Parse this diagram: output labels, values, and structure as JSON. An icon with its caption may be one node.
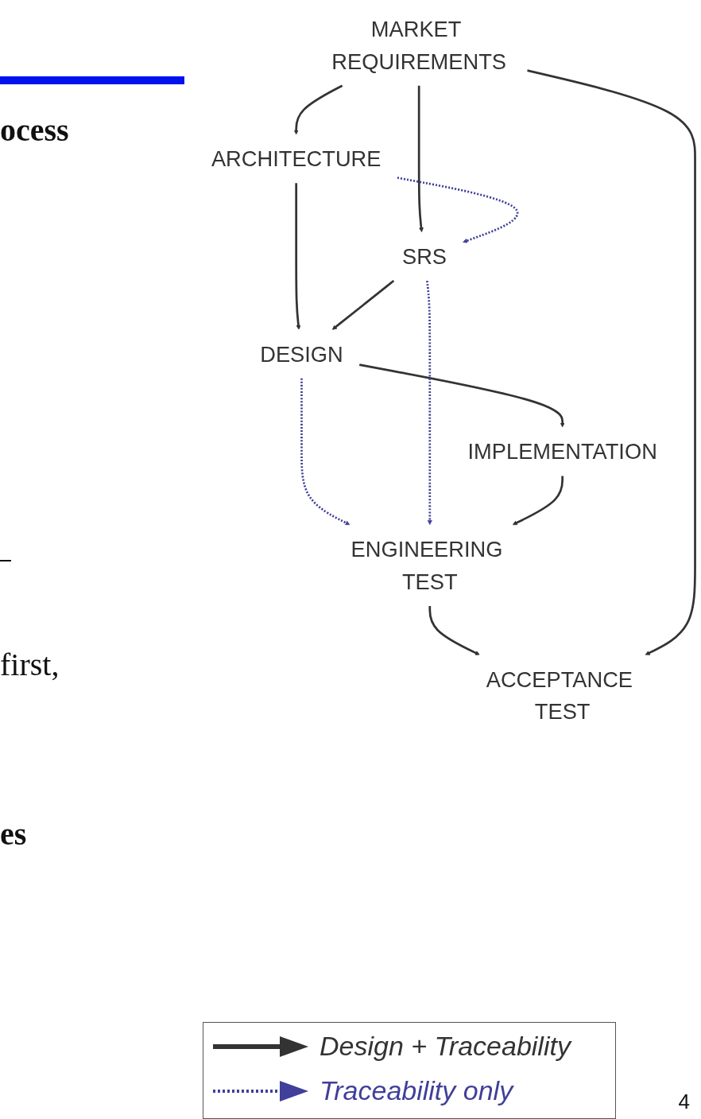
{
  "diagram": {
    "nodes": [
      {
        "text": [
          "MARKET REQUIREMENTS"
        ]
      },
      {
        "text": [
          "ARCHITECTURE"
        ]
      },
      {
        "text": [
          "SRS"
        ]
      },
      {
        "text": [
          "DESIGN"
        ]
      },
      {
        "text": [
          "IMPLEMENTATION"
        ]
      },
      {
        "text": [
          "ENGINEERING TEST"
        ]
      },
      {
        "text": [
          "ACCEPTANCE TEST"
        ]
      }
    ],
    "edges": [
      {
        "from": 0,
        "to": 1,
        "arrow": "to"
      },
      {
        "from": 0,
        "to": 2,
        "arrow": "to"
      },
      {
        "from": 1,
        "to": 2,
        "arrow": "to",
        "style": "dashed",
        "color": "#403f99"
      },
      {
        "from": 1,
        "to": 3,
        "arrow": "to"
      },
      {
        "from": 2,
        "to": 3,
        "arrow": "to"
      },
      {
        "from": 3,
        "to": 4,
        "arrow": "to"
      },
      {
        "from": 3,
        "to": 5,
        "arrow": "to",
        "style": "dashed",
        "color": "#403f99"
      },
      {
        "from": 2,
        "to": 5,
        "arrow": "to",
        "style": "dashed",
        "color": "#403f99"
      },
      {
        "from": 4,
        "to": 5,
        "arrow": "to"
      },
      {
        "from": 5,
        "to": 6,
        "arrow": "to"
      },
      {
        "from": 0,
        "to": 6,
        "arrow": "to"
      }
    ],
    "labels": [
      "ocess",
      "first,",
      "es",
      "4"
    ],
    "legend": [
      {
        "text": "Design + Traceability"
      },
      {
        "text": "Traceability only"
      }
    ]
  }
}
